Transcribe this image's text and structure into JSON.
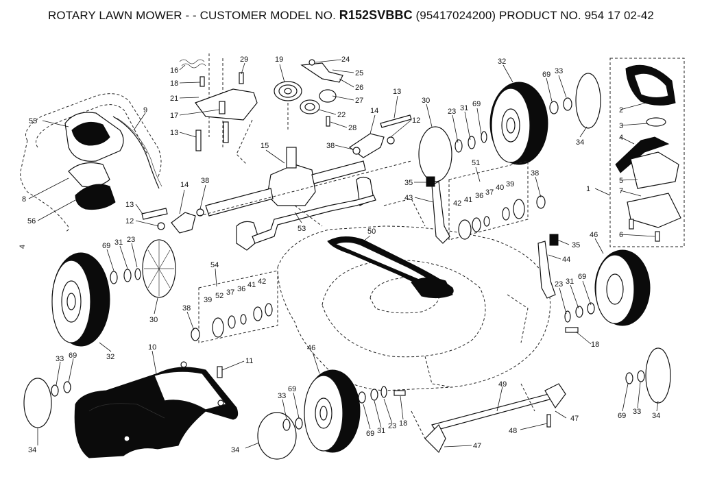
{
  "header": {
    "prefix": "ROTARY LAWN MOWER - - CUSTOMER MODEL NO.",
    "model": "R152SVBBC",
    "suffix": "(95417024200) PRODUCT NO. 954 17 02-42"
  },
  "side_mark": "4",
  "callouts": [
    {
      "id": "c55",
      "text": "55"
    },
    {
      "id": "c9",
      "text": "9"
    },
    {
      "id": "c8",
      "text": "8"
    },
    {
      "id": "c56",
      "text": "56"
    },
    {
      "id": "c16",
      "text": "16"
    },
    {
      "id": "c18a",
      "text": "18"
    },
    {
      "id": "c21",
      "text": "21"
    },
    {
      "id": "c17",
      "text": "17"
    },
    {
      "id": "c13a",
      "text": "13"
    },
    {
      "id": "c29",
      "text": "29"
    },
    {
      "id": "c19",
      "text": "19"
    },
    {
      "id": "c24",
      "text": "24"
    },
    {
      "id": "c25",
      "text": "25"
    },
    {
      "id": "c26",
      "text": "26"
    },
    {
      "id": "c27",
      "text": "27"
    },
    {
      "id": "c22",
      "text": "22"
    },
    {
      "id": "c28",
      "text": "28"
    },
    {
      "id": "c13b",
      "text": "13"
    },
    {
      "id": "c14a",
      "text": "14"
    },
    {
      "id": "c12a",
      "text": "12"
    },
    {
      "id": "c15",
      "text": "15"
    },
    {
      "id": "c38a",
      "text": "38"
    },
    {
      "id": "c30a",
      "text": "30"
    },
    {
      "id": "c23a",
      "text": "23"
    },
    {
      "id": "c31a",
      "text": "31"
    },
    {
      "id": "c69a",
      "text": "69"
    },
    {
      "id": "c32a",
      "text": "32"
    },
    {
      "id": "c69b",
      "text": "69"
    },
    {
      "id": "c33a",
      "text": "33"
    },
    {
      "id": "c34a",
      "text": "34"
    },
    {
      "id": "c14b",
      "text": "14"
    },
    {
      "id": "c38b",
      "text": "38"
    },
    {
      "id": "c13c",
      "text": "13"
    },
    {
      "id": "c12b",
      "text": "12"
    },
    {
      "id": "c53",
      "text": "53"
    },
    {
      "id": "c35a",
      "text": "35"
    },
    {
      "id": "c43",
      "text": "43"
    },
    {
      "id": "c51",
      "text": "51"
    },
    {
      "id": "c38c",
      "text": "38"
    },
    {
      "id": "c42a",
      "text": "42"
    },
    {
      "id": "c41a",
      "text": "41"
    },
    {
      "id": "c36a",
      "text": "36"
    },
    {
      "id": "c37a",
      "text": "37"
    },
    {
      "id": "c40",
      "text": "40"
    },
    {
      "id": "c39a",
      "text": "39"
    },
    {
      "id": "c50",
      "text": "50"
    },
    {
      "id": "c69c",
      "text": "69"
    },
    {
      "id": "c31b",
      "text": "31"
    },
    {
      "id": "c23b",
      "text": "23"
    },
    {
      "id": "c54",
      "text": "54"
    },
    {
      "id": "c39b",
      "text": "39"
    },
    {
      "id": "c52",
      "text": "52"
    },
    {
      "id": "c37b",
      "text": "37"
    },
    {
      "id": "c36b",
      "text": "36"
    },
    {
      "id": "c41b",
      "text": "41"
    },
    {
      "id": "c42b",
      "text": "42"
    },
    {
      "id": "c38d",
      "text": "38"
    },
    {
      "id": "c30b",
      "text": "30"
    },
    {
      "id": "c32b",
      "text": "32"
    },
    {
      "id": "c33b",
      "text": "33"
    },
    {
      "id": "c69d",
      "text": "69"
    },
    {
      "id": "c34b",
      "text": "34"
    },
    {
      "id": "c10",
      "text": "10"
    },
    {
      "id": "c11",
      "text": "11"
    },
    {
      "id": "c46a",
      "text": "46"
    },
    {
      "id": "c33c",
      "text": "33"
    },
    {
      "id": "c69e",
      "text": "69"
    },
    {
      "id": "c34c",
      "text": "34"
    },
    {
      "id": "c69f",
      "text": "69"
    },
    {
      "id": "c31c",
      "text": "31"
    },
    {
      "id": "c23c",
      "text": "23"
    },
    {
      "id": "c18b",
      "text": "18"
    },
    {
      "id": "c49",
      "text": "49"
    },
    {
      "id": "c47a",
      "text": "47"
    },
    {
      "id": "c48",
      "text": "48"
    },
    {
      "id": "c47b",
      "text": "47"
    },
    {
      "id": "c35b",
      "text": "35"
    },
    {
      "id": "c44",
      "text": "44"
    },
    {
      "id": "c46b",
      "text": "46"
    },
    {
      "id": "c23d",
      "text": "23"
    },
    {
      "id": "c31d",
      "text": "31"
    },
    {
      "id": "c69g",
      "text": "69"
    },
    {
      "id": "c18c",
      "text": "18"
    },
    {
      "id": "c69h",
      "text": "69"
    },
    {
      "id": "c33d",
      "text": "33"
    },
    {
      "id": "c34d",
      "text": "34"
    },
    {
      "id": "c1",
      "text": "1"
    },
    {
      "id": "c2",
      "text": "2"
    },
    {
      "id": "c3",
      "text": "3"
    },
    {
      "id": "c4",
      "text": "4"
    },
    {
      "id": "c5",
      "text": "5"
    },
    {
      "id": "c7",
      "text": "7"
    },
    {
      "id": "c6",
      "text": "6"
    }
  ]
}
